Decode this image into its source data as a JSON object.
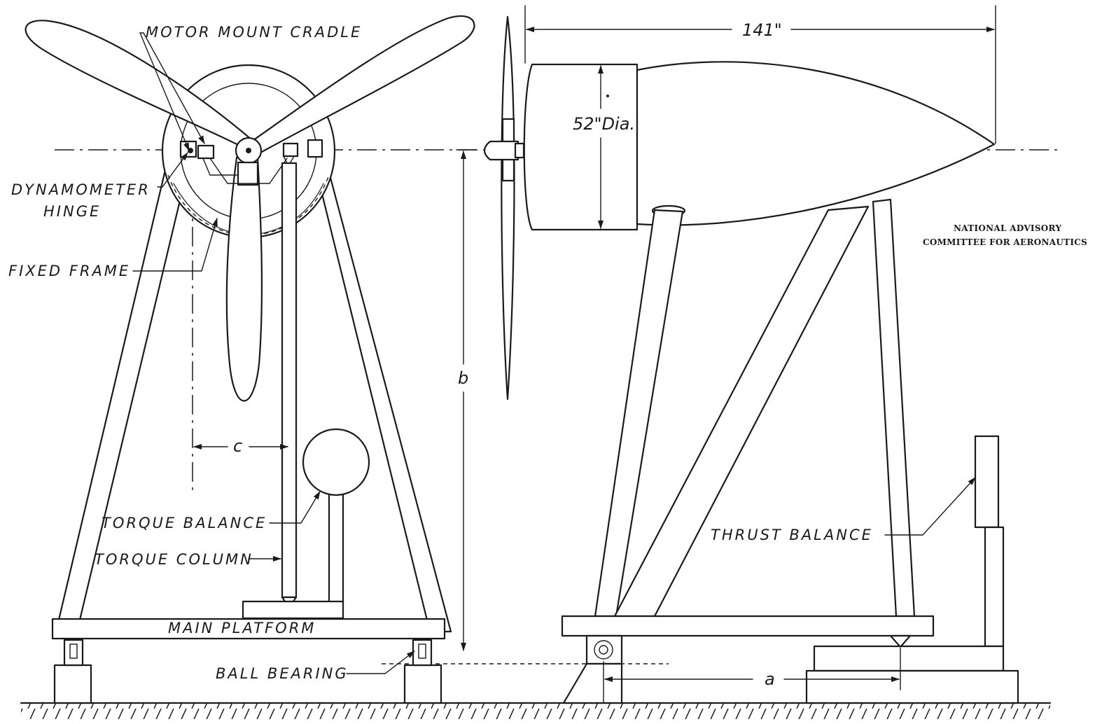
{
  "figure": {
    "labels": {
      "motor_mount_cradle": "MOTOR  MOUNT  CRADLE",
      "dynamometer_hinge_1": "DYNAMOMETER",
      "dynamometer_hinge_2": "HINGE",
      "fixed_frame": "FIXED FRAME",
      "torque_balance": "TORQUE  BALANCE",
      "torque_column": "TORQUE  COLUMN",
      "main_platform": "MAIN   PLATFORM",
      "ball_bearing": "BALL BEARING",
      "thrust_balance": "THRUST  BALANCE"
    },
    "dimensions": {
      "length": "141\"",
      "diameter": "52\"Dia.",
      "a": "a",
      "b": "b",
      "c": "c"
    },
    "credit": {
      "line1": "NATIONAL ADVISORY",
      "line2": "COMMITTEE FOR AERONAUTICS"
    }
  }
}
